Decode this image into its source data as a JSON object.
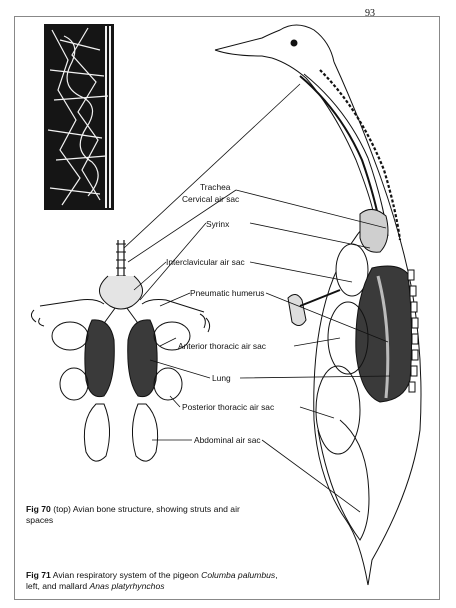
{
  "page_number": "93",
  "labels": {
    "trachea": "Trachea",
    "cervical": "Cervical air sac",
    "syrinx": "Syrinx",
    "interclavicular": "Interclavicular air sac",
    "humerus": "Pneumatic humerus",
    "anterior": "Anterior thoracic air sac",
    "lung": "Lung",
    "posterior": "Posterior thoracic air sac",
    "abdominal": "Abdominal air sac"
  },
  "captions": {
    "fig70": {
      "number": "Fig 70",
      "text": " (top)  Avian bone structure, showing struts and air spaces"
    },
    "fig71": {
      "number": "Fig 71",
      "text_a": "  Avian respiratory system of the pigeon ",
      "italic_a": "Columba palumbus",
      "text_b": ", left, and mallard ",
      "italic_b": "Anas platyrhynchos"
    }
  },
  "colors": {
    "ink": "#111111",
    "lung": "#3a3a3a",
    "air_sac_shade": "#bdbdbd"
  }
}
